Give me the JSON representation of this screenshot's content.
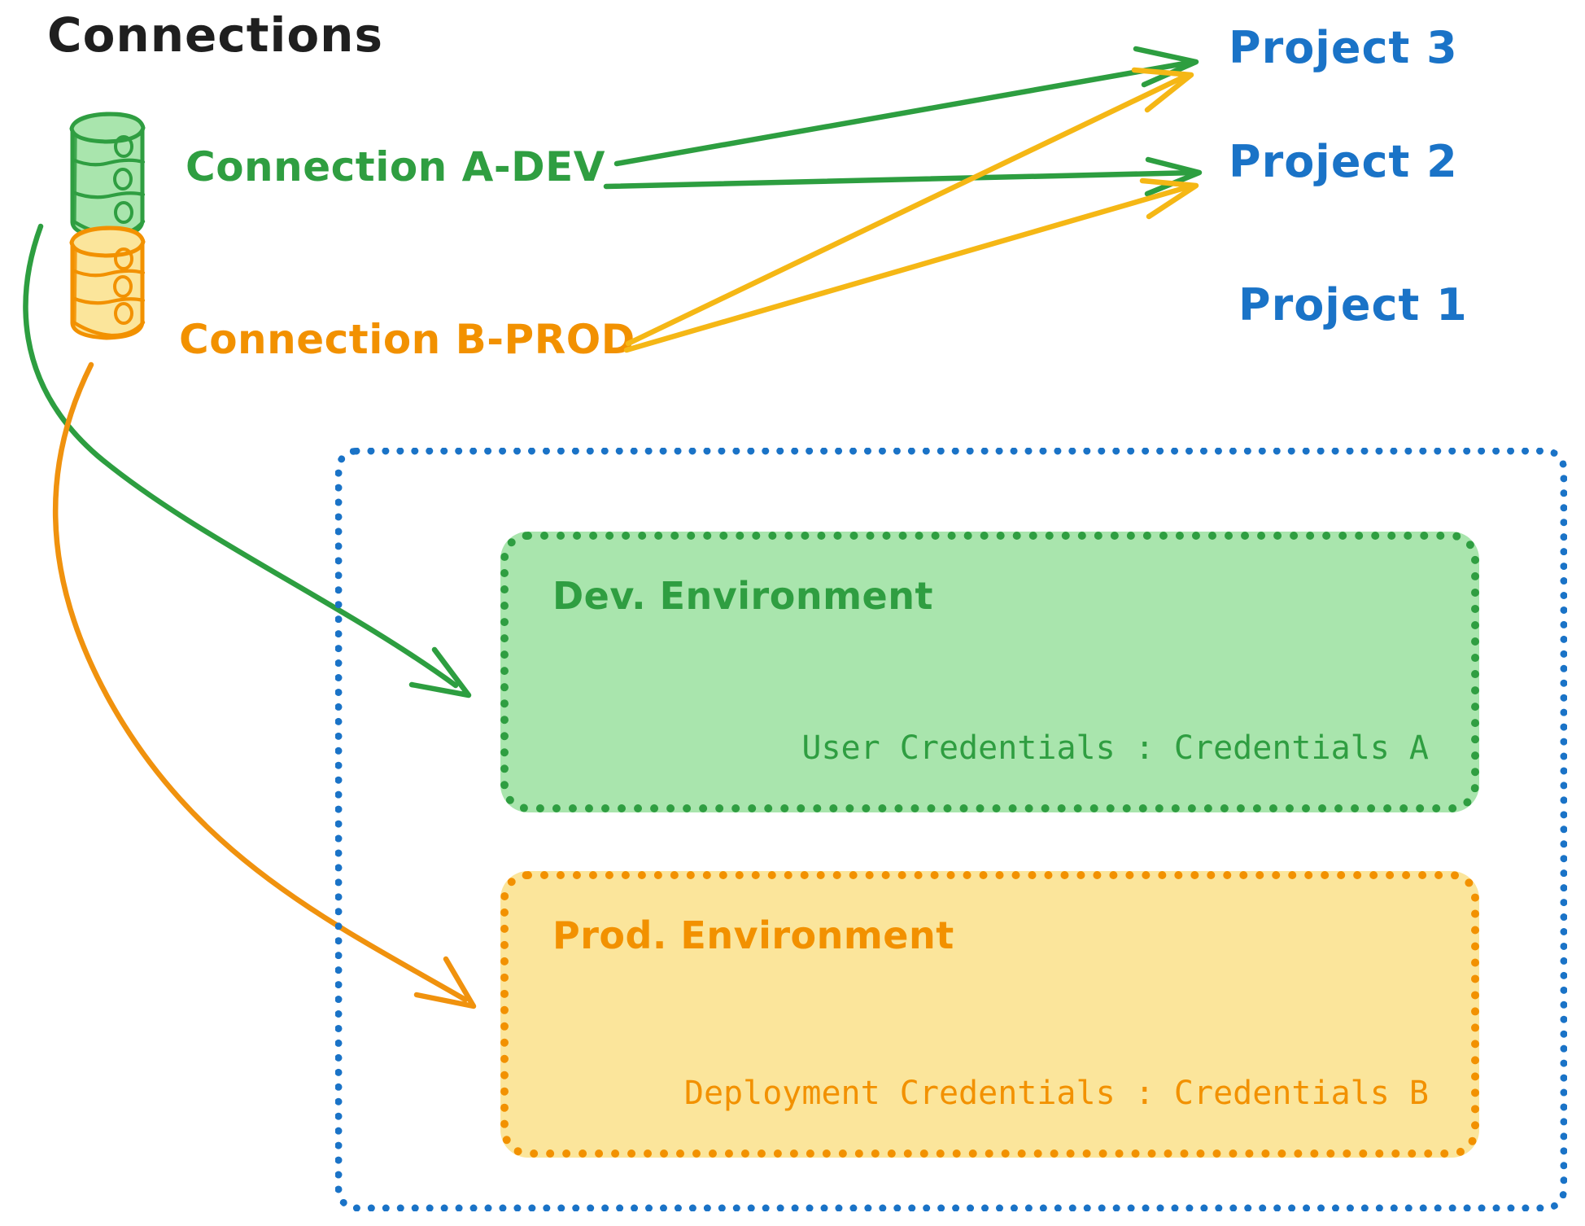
{
  "diagram": {
    "title": "Connections",
    "connections": [
      {
        "id": "conn-a-dev",
        "label": "Connection A-DEV",
        "color": "#2f9e41",
        "icon": "database-cylinder-icon",
        "targets": [
          "Project 3",
          "Project 2",
          "Dev. Environment"
        ]
      },
      {
        "id": "conn-b-prod",
        "label": "Connection B-PROD",
        "color": "#f29100",
        "icon": "database-cylinder-icon",
        "targets": [
          "Project 3",
          "Project 2",
          "Prod. Environment"
        ]
      }
    ],
    "projects": [
      {
        "id": "project-3",
        "label": "Project 3",
        "color": "#1a73c7"
      },
      {
        "id": "project-2",
        "label": "Project 2",
        "color": "#1a73c7"
      },
      {
        "id": "project-1",
        "label": "Project 1",
        "color": "#1a73c7"
      }
    ],
    "project1": {
      "label": "Project 1",
      "border_color": "#1a73c7",
      "environments": [
        {
          "id": "dev-environment",
          "title": "Dev. Environment",
          "credentials_line": "User Credentials : Credentials A",
          "fill": "#a9e5ad",
          "stroke": "#2f9e41"
        },
        {
          "id": "prod-environment",
          "title": "Prod. Environment",
          "credentials_line": "Deployment Credentials : Credentials B",
          "fill": "#fbe59b",
          "stroke": "#f29100"
        }
      ]
    },
    "colors": {
      "green_stroke": "#2f9e41",
      "green_arrow": "#2d9e40",
      "green_fill": "#a9e5ad",
      "orange_stroke": "#f29100",
      "orange_arrow": "#f5b715",
      "orange_fill": "#fbe59b",
      "blue": "#1a73c7",
      "title_black": "#1f1f1f"
    }
  }
}
